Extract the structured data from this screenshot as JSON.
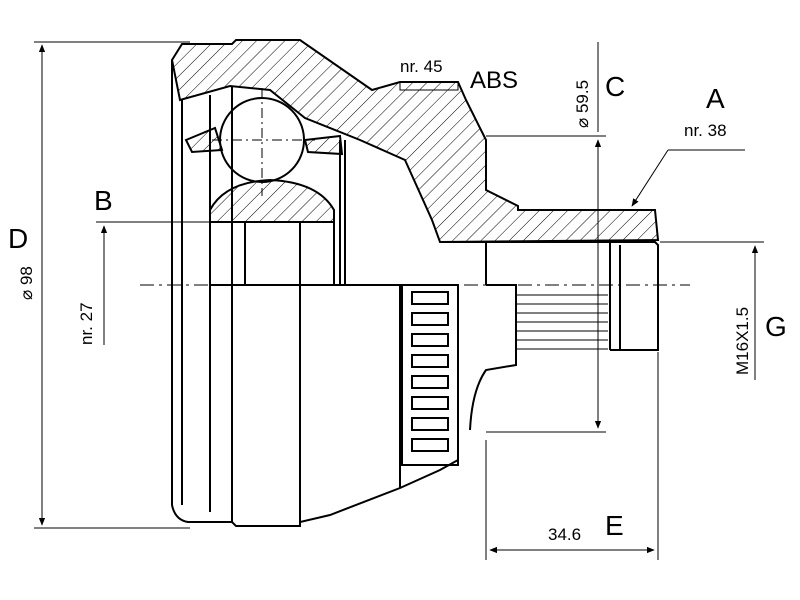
{
  "labels": {
    "A": "A",
    "B": "B",
    "C": "C",
    "D": "D",
    "E": "E",
    "G": "G",
    "abs": "ABS",
    "nr45": "nr. 45",
    "nr38": "nr. 38",
    "nr27": "nr. 27",
    "dia98": "⌀ 98",
    "dia595": "⌀ 59.5",
    "len346": "34.6",
    "thread": "M16X1.5"
  }
}
